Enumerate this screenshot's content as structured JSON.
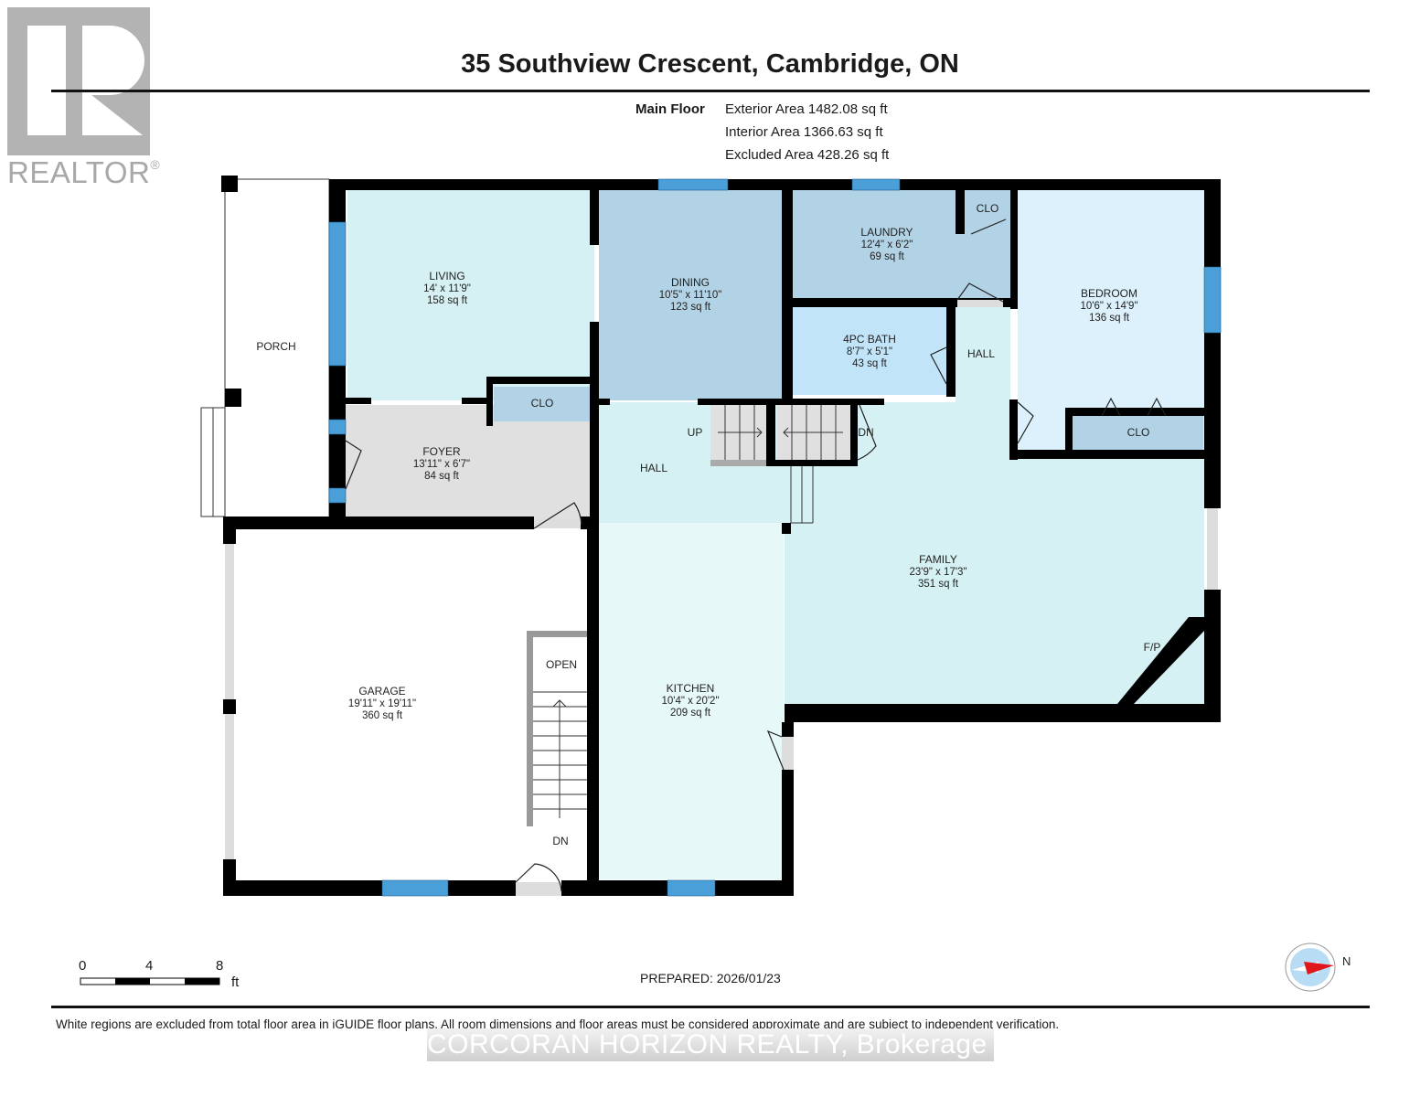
{
  "logo": {
    "text": "REALTOR",
    "mark": "®"
  },
  "header": {
    "title": "35 Southview Crescent, Cambridge, ON",
    "floor_label": "Main Floor",
    "areas": [
      "Exterior Area 1482.08 sq ft",
      "Interior Area 1366.63 sq ft",
      "Excluded Area 428.26 sq ft"
    ]
  },
  "rooms": {
    "porch": {
      "name": "PORCH"
    },
    "living": {
      "name": "LIVING",
      "dims": "14' x 11'9\"",
      "area": "158 sq ft"
    },
    "dining": {
      "name": "DINING",
      "dims": "10'5\" x 11'10\"",
      "area": "123 sq ft"
    },
    "laundry": {
      "name": "LAUNDRY",
      "dims": "12'4\" x 6'2\"",
      "area": "69 sq ft"
    },
    "laundry_closet": {
      "name": "CLO"
    },
    "bedroom": {
      "name": "BEDROOM",
      "dims": "10'6\" x 14'9\"",
      "area": "136 sq ft"
    },
    "bedroom_closet": {
      "name": "CLO"
    },
    "bath": {
      "name": "4PC BATH",
      "dims": "8'7\" x 5'1\"",
      "area": "43 sq ft"
    },
    "hall_upper": {
      "name": "HALL"
    },
    "foyer_closet": {
      "name": "CLO"
    },
    "foyer": {
      "name": "FOYER",
      "dims": "13'11\" x 6'7\"",
      "area": "84 sq ft"
    },
    "hall": {
      "name": "HALL"
    },
    "family": {
      "name": "FAMILY",
      "dims": "23'9\" x 17'3\"",
      "area": "351 sq ft"
    },
    "fireplace": {
      "name": "F/P"
    },
    "garage": {
      "name": "GARAGE",
      "dims": "19'11\" x 19'11\"",
      "area": "360 sq ft"
    },
    "kitchen": {
      "name": "KITCHEN",
      "dims": "10'4\" x 20'2\"",
      "area": "209 sq ft"
    }
  },
  "stairs": {
    "up": "UP",
    "down": "DN",
    "garage_open": "OPEN",
    "garage_down": "DN"
  },
  "scale": {
    "ticks": [
      "0",
      "4",
      "8"
    ],
    "unit": "ft"
  },
  "prepared": "PREPARED: 2026/01/23",
  "compass": {
    "label": "N"
  },
  "footer": {
    "disclaimer": "White regions are excluded from total floor area in iGUIDE floor plans. All room dimensions and floor areas must be considered approximate and are subject to independent verification.",
    "brokerage": "CORCORAN HORIZON REALTY, Brokerage"
  },
  "colors": {
    "wall": "#000000",
    "window": "#4a9fd8",
    "living": "#d6f1f3",
    "dining": "#b2d2e6",
    "laundry": "#b2d2e6",
    "bath": "#c2e4f8",
    "bedroom": "#dcf1fb",
    "foyer": "#e0e0e0",
    "hall": "#d6f1f3",
    "kitchen": "#e6f8f8",
    "garage": "#ffffff"
  }
}
